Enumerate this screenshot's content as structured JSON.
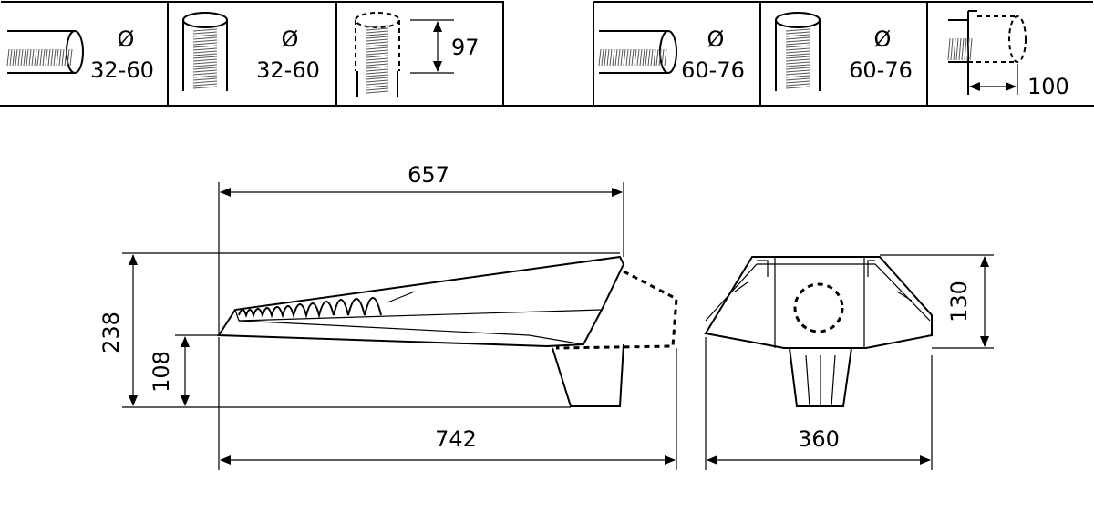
{
  "mounting_options": [
    {
      "diameter_symbol": "Ø",
      "range": "32-60"
    },
    {
      "diameter_symbol": "Ø",
      "range": "32-60"
    },
    {
      "depth": "97"
    },
    {
      "diameter_symbol": "Ø",
      "range": "60-76"
    },
    {
      "diameter_symbol": "Ø",
      "range": "60-76"
    },
    {
      "depth": "100"
    }
  ],
  "side_view": {
    "top_length": "657",
    "overall_length": "742",
    "overall_height": "238",
    "spigot_height": "108"
  },
  "front_view": {
    "width": "360",
    "height": "130"
  }
}
